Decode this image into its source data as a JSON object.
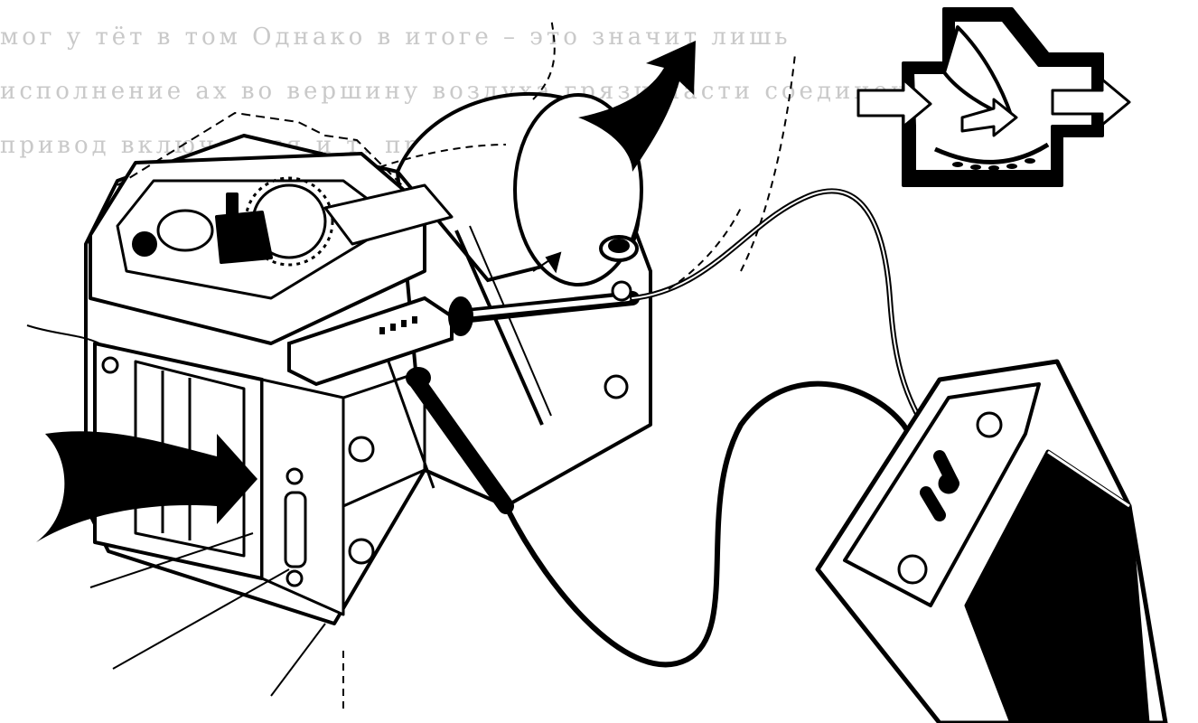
{
  "figure": {
    "background_text_lines": [
      "мог у тёт  в том  Однако в итоге – это значит  лишь",
      "исполнение  ах во вершину  воздуха  грязи  части  соединение",
      "привод          включается  и т.         при наличии"
    ],
    "arrows": {
      "intake": "large-black-arrow",
      "exhaust": "black-arrow-up",
      "inset_flow": "hollow-arrows"
    },
    "colors": {
      "ink": "#000000",
      "paper": "#ffffff",
      "faint_text": "#c9c9c9"
    }
  }
}
